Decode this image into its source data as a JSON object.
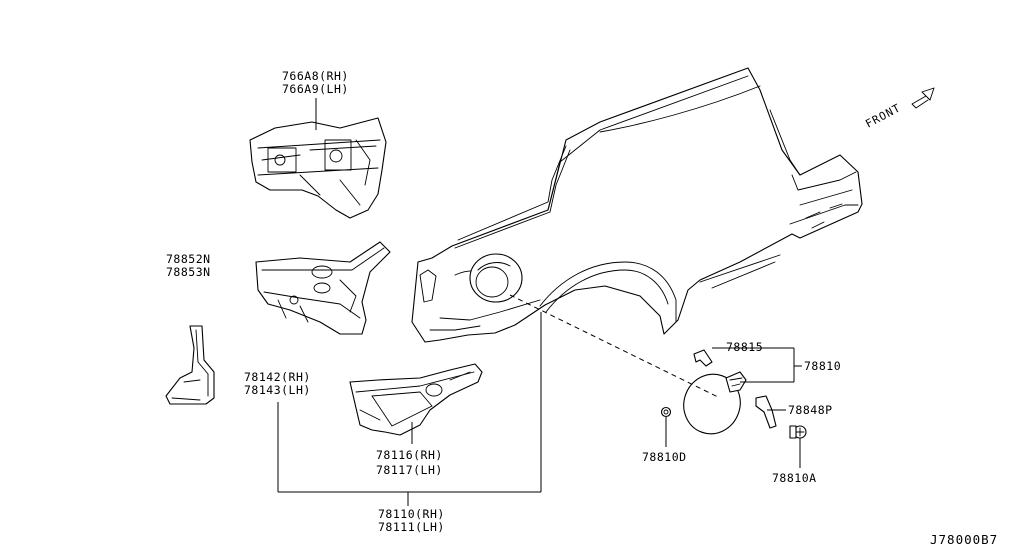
{
  "labels": {
    "p766A8": "766A8(RH)",
    "p766A9": "766A9(LH)",
    "p78852N": "78852N",
    "p78853N": "78853N",
    "p78142": "78142(RH)",
    "p78143": "78143(LH)",
    "p78116": "78116(RH)",
    "p78117": "78117(LH)",
    "p78110": "78110(RH)",
    "p78111": "78111(LH)",
    "p78815": "78815",
    "p78810": "78810",
    "p78848P": "78848P",
    "p78810D": "78810D",
    "p78810A": "78810A"
  },
  "direction": "FRONT",
  "diagram_code": "J78000B7"
}
